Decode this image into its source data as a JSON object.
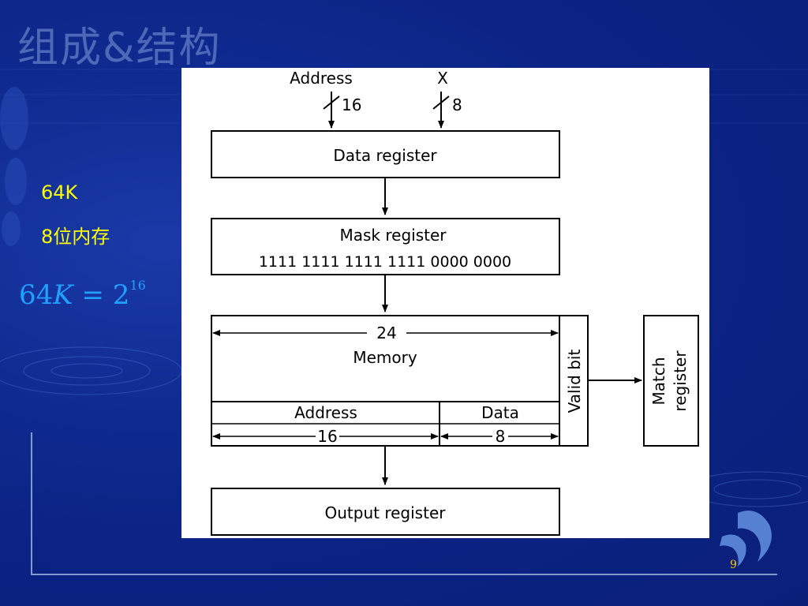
{
  "slide": {
    "title": "组成&结构",
    "notes": [
      "64K",
      "8位内存"
    ],
    "formula": {
      "lhs_number": "64",
      "lhs_var": "K",
      "eq": "=",
      "base": "2",
      "exp": "16"
    },
    "page_number": "9"
  },
  "diagram": {
    "input_address_label": "Address",
    "input_address_width": "16",
    "input_x_label": "X",
    "input_x_width": "8",
    "data_register": "Data register",
    "mask_register": "Mask register",
    "mask_bits": "1111 1111 1111 1111 0000 0000",
    "memory_width": "24",
    "memory_label": "Memory",
    "memory_address_field": "Address",
    "memory_data_field": "Data",
    "memory_address_width": "16",
    "memory_data_width": "8",
    "valid_bit": "Valid bit",
    "match_register_line1": "Match",
    "match_register_line2": "register",
    "output_register": "Output register"
  }
}
